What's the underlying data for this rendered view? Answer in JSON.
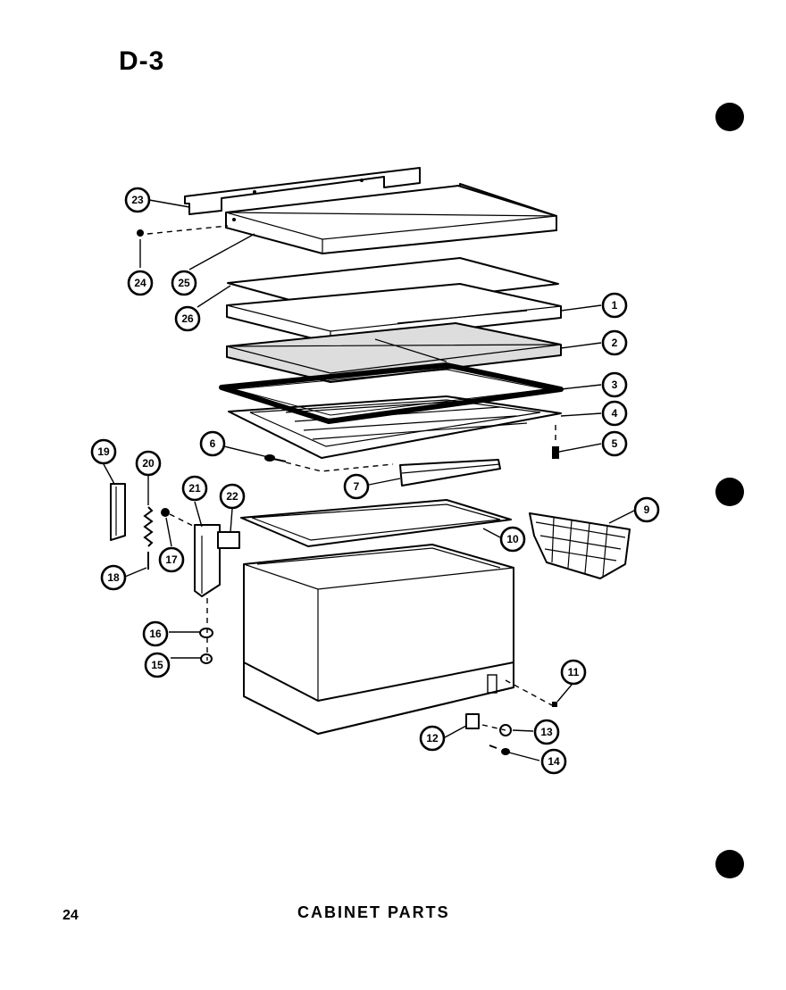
{
  "page": {
    "title": "D-3",
    "page_number": "24",
    "caption": "CABINET PARTS"
  },
  "callouts": [
    "1",
    "2",
    "3",
    "4",
    "5",
    "6",
    "7",
    "9",
    "10",
    "11",
    "12",
    "13",
    "14",
    "15",
    "16",
    "17",
    "18",
    "19",
    "20",
    "21",
    "22",
    "23",
    "24",
    "25",
    "26"
  ]
}
